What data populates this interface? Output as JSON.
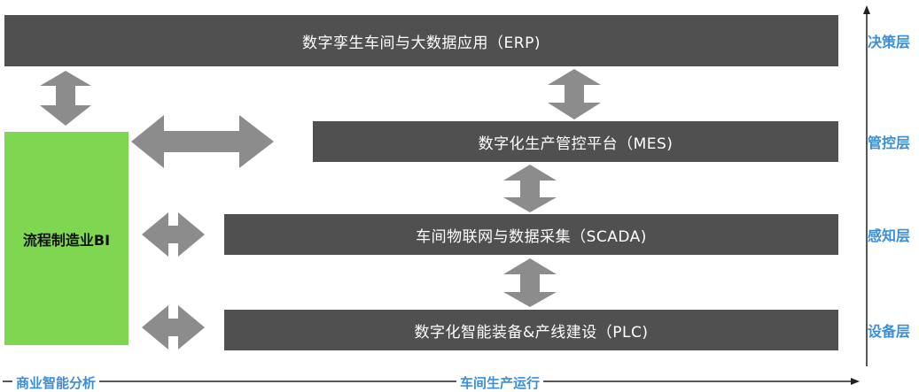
{
  "bars": {
    "erp": "数字孪生车间与大数据应用（ERP)",
    "mes": "数字化生产管控平台（MES)",
    "scada": "车间物联网与数据采集（SCADA)",
    "plc": "数字化智能装备&产线建设（PLC)"
  },
  "bi_box": "流程制造业BI",
  "layers": {
    "decision": "决策层",
    "control": "管控层",
    "perception": "感知层",
    "equipment": "设备层"
  },
  "bottom_labels": {
    "business": "商业智能分析",
    "operation": "车间生产运行"
  },
  "colors": {
    "bar": "#505050",
    "arrow": "#8c8c8c",
    "bi_green": "#7fd650",
    "label_blue": "#3b8fd8",
    "axis": "#222222"
  }
}
